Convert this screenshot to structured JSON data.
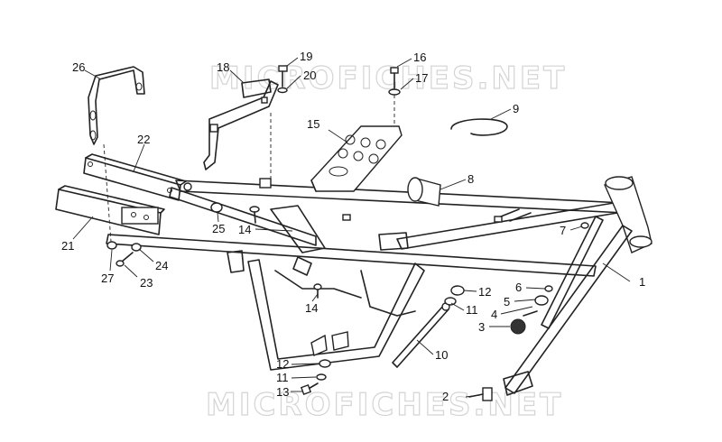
{
  "watermark": {
    "top": "MICROFICHES.NET",
    "bottom": "MICROFICHES.NET"
  },
  "callouts": [
    {
      "id": "c1",
      "label": "1"
    },
    {
      "id": "c2",
      "label": "2"
    },
    {
      "id": "c3",
      "label": "3"
    },
    {
      "id": "c4",
      "label": "4"
    },
    {
      "id": "c5",
      "label": "5"
    },
    {
      "id": "c6",
      "label": "6"
    },
    {
      "id": "c7",
      "label": "7"
    },
    {
      "id": "c8",
      "label": "8"
    },
    {
      "id": "c9",
      "label": "9"
    },
    {
      "id": "c10",
      "label": "10"
    },
    {
      "id": "c11a",
      "label": "11"
    },
    {
      "id": "c11b",
      "label": "11"
    },
    {
      "id": "c12a",
      "label": "12"
    },
    {
      "id": "c12b",
      "label": "12"
    },
    {
      "id": "c13",
      "label": "13"
    },
    {
      "id": "c14a",
      "label": "14"
    },
    {
      "id": "c14b",
      "label": "14"
    },
    {
      "id": "c15",
      "label": "15"
    },
    {
      "id": "c16",
      "label": "16"
    },
    {
      "id": "c17",
      "label": "17"
    },
    {
      "id": "c18",
      "label": "18"
    },
    {
      "id": "c19",
      "label": "19"
    },
    {
      "id": "c20",
      "label": "20"
    },
    {
      "id": "c21",
      "label": "21"
    },
    {
      "id": "c22",
      "label": "22"
    },
    {
      "id": "c23",
      "label": "23"
    },
    {
      "id": "c24",
      "label": "24"
    },
    {
      "id": "c25",
      "label": "25"
    },
    {
      "id": "c26",
      "label": "26"
    },
    {
      "id": "c27",
      "label": "27"
    }
  ]
}
